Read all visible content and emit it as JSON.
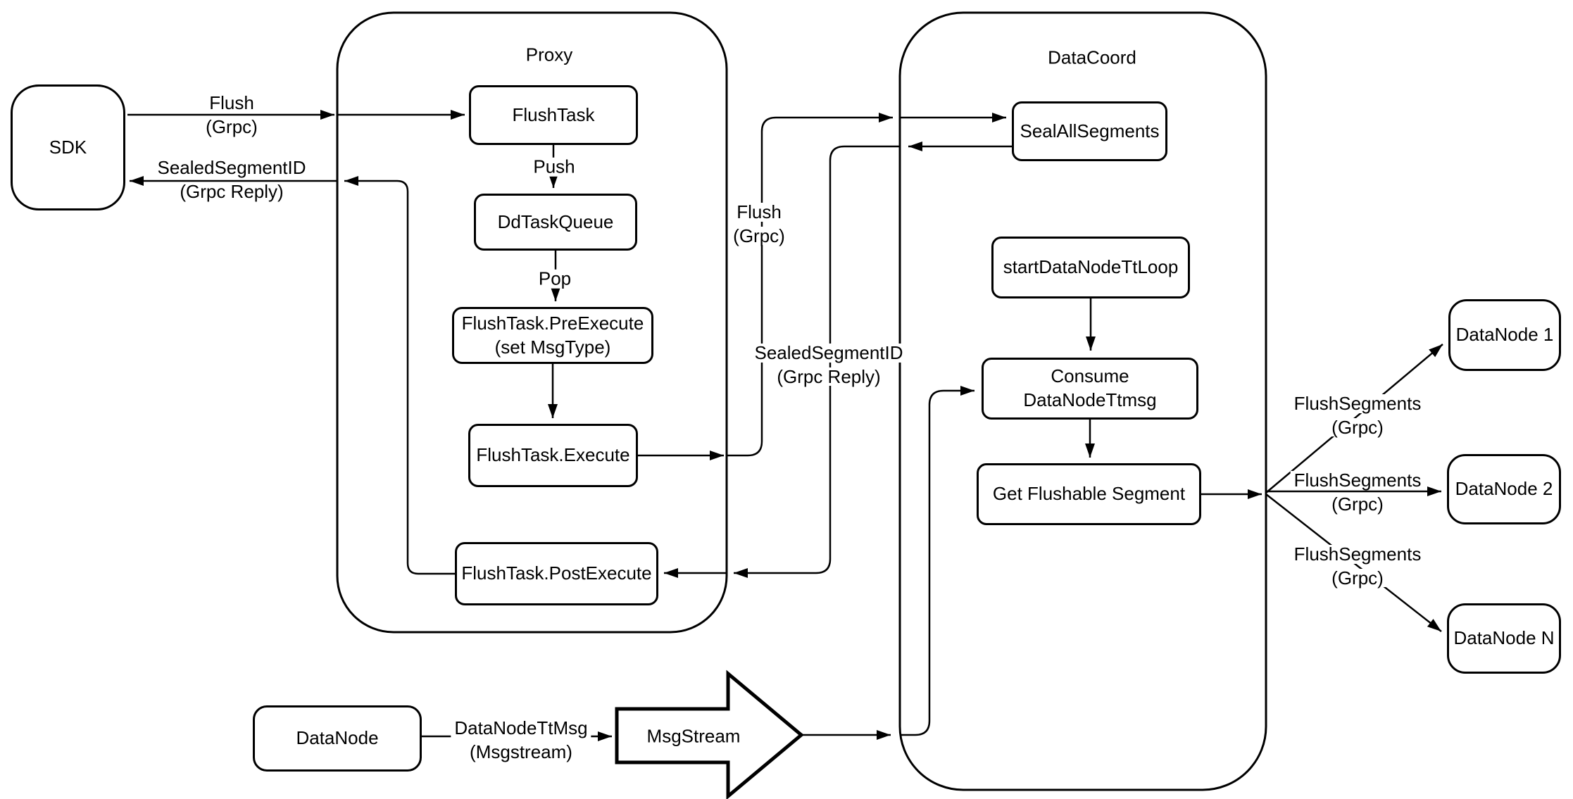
{
  "diagram_type": "flowchart",
  "colors": {
    "stroke": "#000000",
    "background": "#ffffff"
  },
  "containers": {
    "proxy": {
      "title": "Proxy"
    },
    "datacoord": {
      "title": "DataCoord"
    }
  },
  "nodes": {
    "sdk": {
      "label": "SDK"
    },
    "flush_task": {
      "label": "FlushTask"
    },
    "dd_task_queue": {
      "label": "DdTaskQueue"
    },
    "pre_execute": {
      "label": "FlushTask.PreExecute",
      "sublabel": "(set MsgType)"
    },
    "execute": {
      "label": "FlushTask.Execute"
    },
    "post_execute": {
      "label": "FlushTask.PostExecute"
    },
    "seal_all_segments": {
      "label": "SealAllSegments"
    },
    "start_data_node_tt_loop": {
      "label": "startDataNodeTtLoop"
    },
    "consume_data_node_ttmsg": {
      "label": "Consume DataNodeTtmsg"
    },
    "get_flushable_segment": {
      "label": "Get Flushable Segment"
    },
    "data_node_1": {
      "label": "DataNode 1"
    },
    "data_node_2": {
      "label": "DataNode 2"
    },
    "data_node_n": {
      "label": "DataNode N"
    },
    "data_node_source": {
      "label": "DataNode"
    },
    "msg_stream": {
      "label": "MsgStream"
    }
  },
  "edge_labels": {
    "flush_sdk": {
      "line1": "Flush",
      "line2": "(Grpc)"
    },
    "sealed_sdk": {
      "line1": "SealedSegmentID",
      "line2": "(Grpc Reply)"
    },
    "push": {
      "line1": "Push"
    },
    "pop": {
      "line1": "Pop"
    },
    "flush_mid": {
      "line1": "Flush",
      "line2": "(Grpc)"
    },
    "sealed_mid": {
      "line1": "SealedSegmentID",
      "line2": "(Grpc Reply)"
    },
    "flush_segments_1": {
      "line1": "FlushSegments",
      "line2": "(Grpc)"
    },
    "flush_segments_2": {
      "line1": "FlushSegments",
      "line2": "(Grpc)"
    },
    "flush_segments_3": {
      "line1": "FlushSegments",
      "line2": "(Grpc)"
    },
    "data_node_tt_msg": {
      "line1": "DataNodeTtMsg",
      "line2": "(Msgstream)"
    }
  }
}
